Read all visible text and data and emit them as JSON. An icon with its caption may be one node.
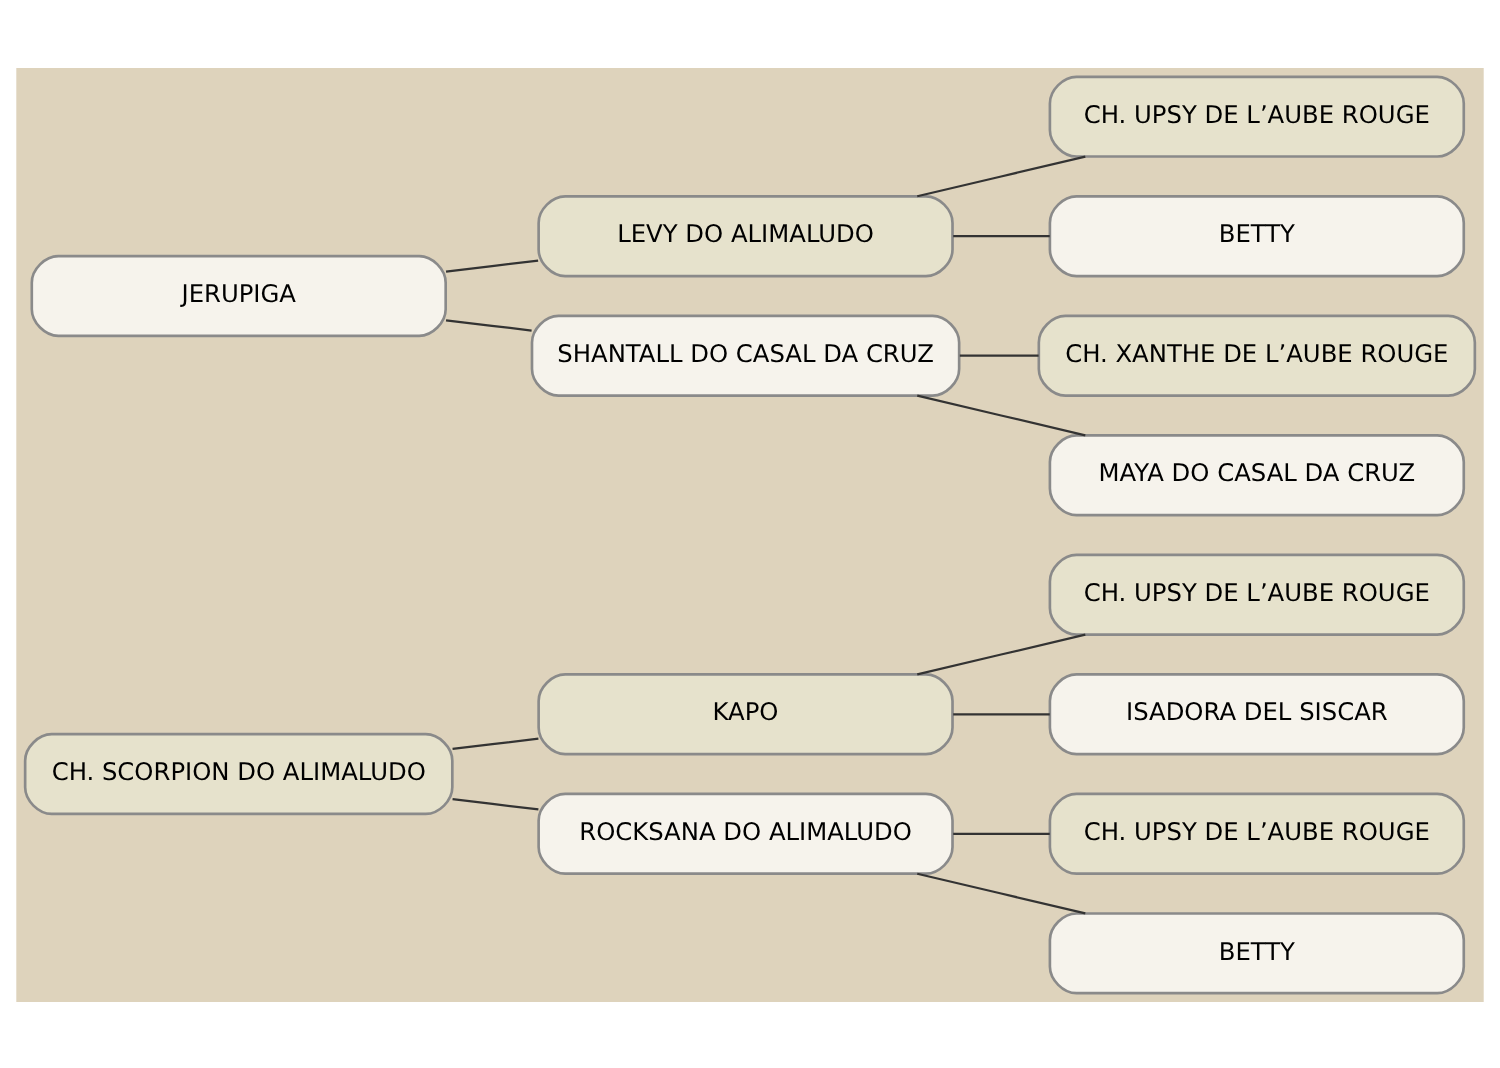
{
  "diagram": {
    "nodes": [
      {
        "text": [
          "CH. SCORPION DO ALIMALUDO"
        ]
      },
      {
        "text": [
          "KAPO"
        ]
      },
      {
        "text": [
          "CH. UPSY DE L’AUBE ROUGE"
        ]
      },
      {
        "text": [
          "ISADORA DEL SISCAR"
        ]
      },
      {
        "text": [
          "ROCKSANA DO ALIMALUDO"
        ]
      },
      {
        "text": [
          "CH. UPSY DE L’AUBE ROUGE"
        ]
      },
      {
        "text": [
          "BETTY"
        ]
      },
      {
        "text": [
          "JERUPIGA"
        ]
      },
      {
        "text": [
          "LEVY DO ALIMALUDO"
        ]
      },
      {
        "text": [
          "CH. UPSY DE L’AUBE ROUGE"
        ]
      },
      {
        "text": [
          "BETTY"
        ]
      },
      {
        "text": [
          "SHANTALL DO CASAL DA CRUZ"
        ]
      },
      {
        "text": [
          "CH. XANTHE DE L’AUBE ROUGE"
        ]
      },
      {
        "text": [
          "MAYA DO CASAL DA CRUZ"
        ]
      }
    ],
    "edges": [
      {
        "from": 0,
        "to": 1,
        "arrow": "none"
      },
      {
        "from": 1,
        "to": 2,
        "arrow": "none"
      },
      {
        "from": 1,
        "to": 3,
        "arrow": "none"
      },
      {
        "from": 0,
        "to": 4,
        "arrow": "none"
      },
      {
        "from": 4,
        "to": 5,
        "arrow": "none"
      },
      {
        "from": 4,
        "to": 6,
        "arrow": "none"
      },
      {
        "from": 7,
        "to": 8,
        "arrow": "none"
      },
      {
        "from": 8,
        "to": 9,
        "arrow": "none"
      },
      {
        "from": 8,
        "to": 10,
        "arrow": "none"
      },
      {
        "from": 7,
        "to": 11,
        "arrow": "none"
      },
      {
        "from": 11,
        "to": 12,
        "arrow": "none"
      },
      {
        "from": 11,
        "to": 13,
        "arrow": "none"
      }
    ]
  }
}
